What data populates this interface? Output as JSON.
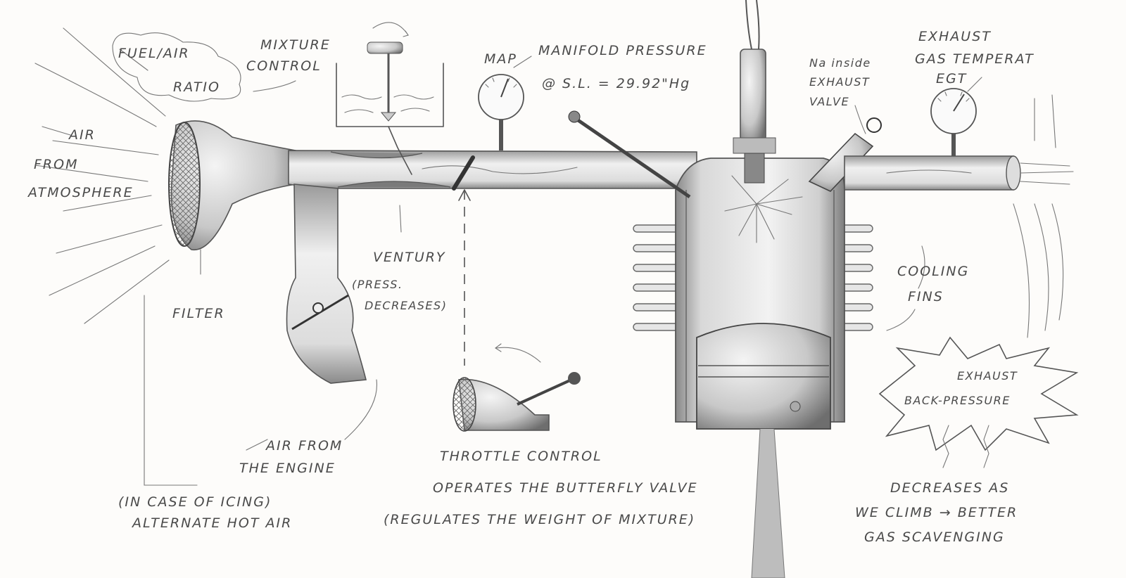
{
  "labels": {
    "fuel_air_1": "FUEL/AIR",
    "fuel_air_2": "RATIO",
    "mixture_1": "MIXTURE",
    "mixture_2": "CONTROL",
    "map": "MAP",
    "manifold_1": "MANIFOLD PRESSURE",
    "manifold_2": "@ S.L. = 29.92\"Hg",
    "na_1": "Na inside",
    "na_2": "EXHAUST",
    "na_3": "VALVE",
    "egt_1": "EXHAUST",
    "egt_2": "GAS TEMPERAT",
    "egt_3": "EGT",
    "air_1": "AIR",
    "air_2": "FROM",
    "air_3": "ATMOSPHERE",
    "filter": "FILTER",
    "venturi_1": "VENTURY",
    "venturi_2": "(PRESS.",
    "venturi_3": "DECREASES)",
    "cooling_1": "COOLING",
    "cooling_2": "FINS",
    "exhaust_1": "EXHAUST",
    "exhaust_2": "BACK-PRESSURE",
    "hotair_1": "AIR FROM",
    "hotair_2": "THE ENGINE",
    "icing_1": "(IN CASE OF ICING)",
    "icing_2": "ALTERNATE HOT AIR",
    "throttle_1": "THROTTLE CONTROL",
    "throttle_2": "OPERATES THE BUTTERFLY VALVE",
    "throttle_3": "(REGULATES THE WEIGHT OF MIXTURE)",
    "decreases_1": "DECREASES AS",
    "decreases_2": "WE CLIMB → BETTER",
    "decreases_3": "GAS SCAVENGING"
  },
  "colors": {
    "ink": "#555555",
    "shade": "#9a9a9a",
    "paper": "#fdfcfa"
  }
}
